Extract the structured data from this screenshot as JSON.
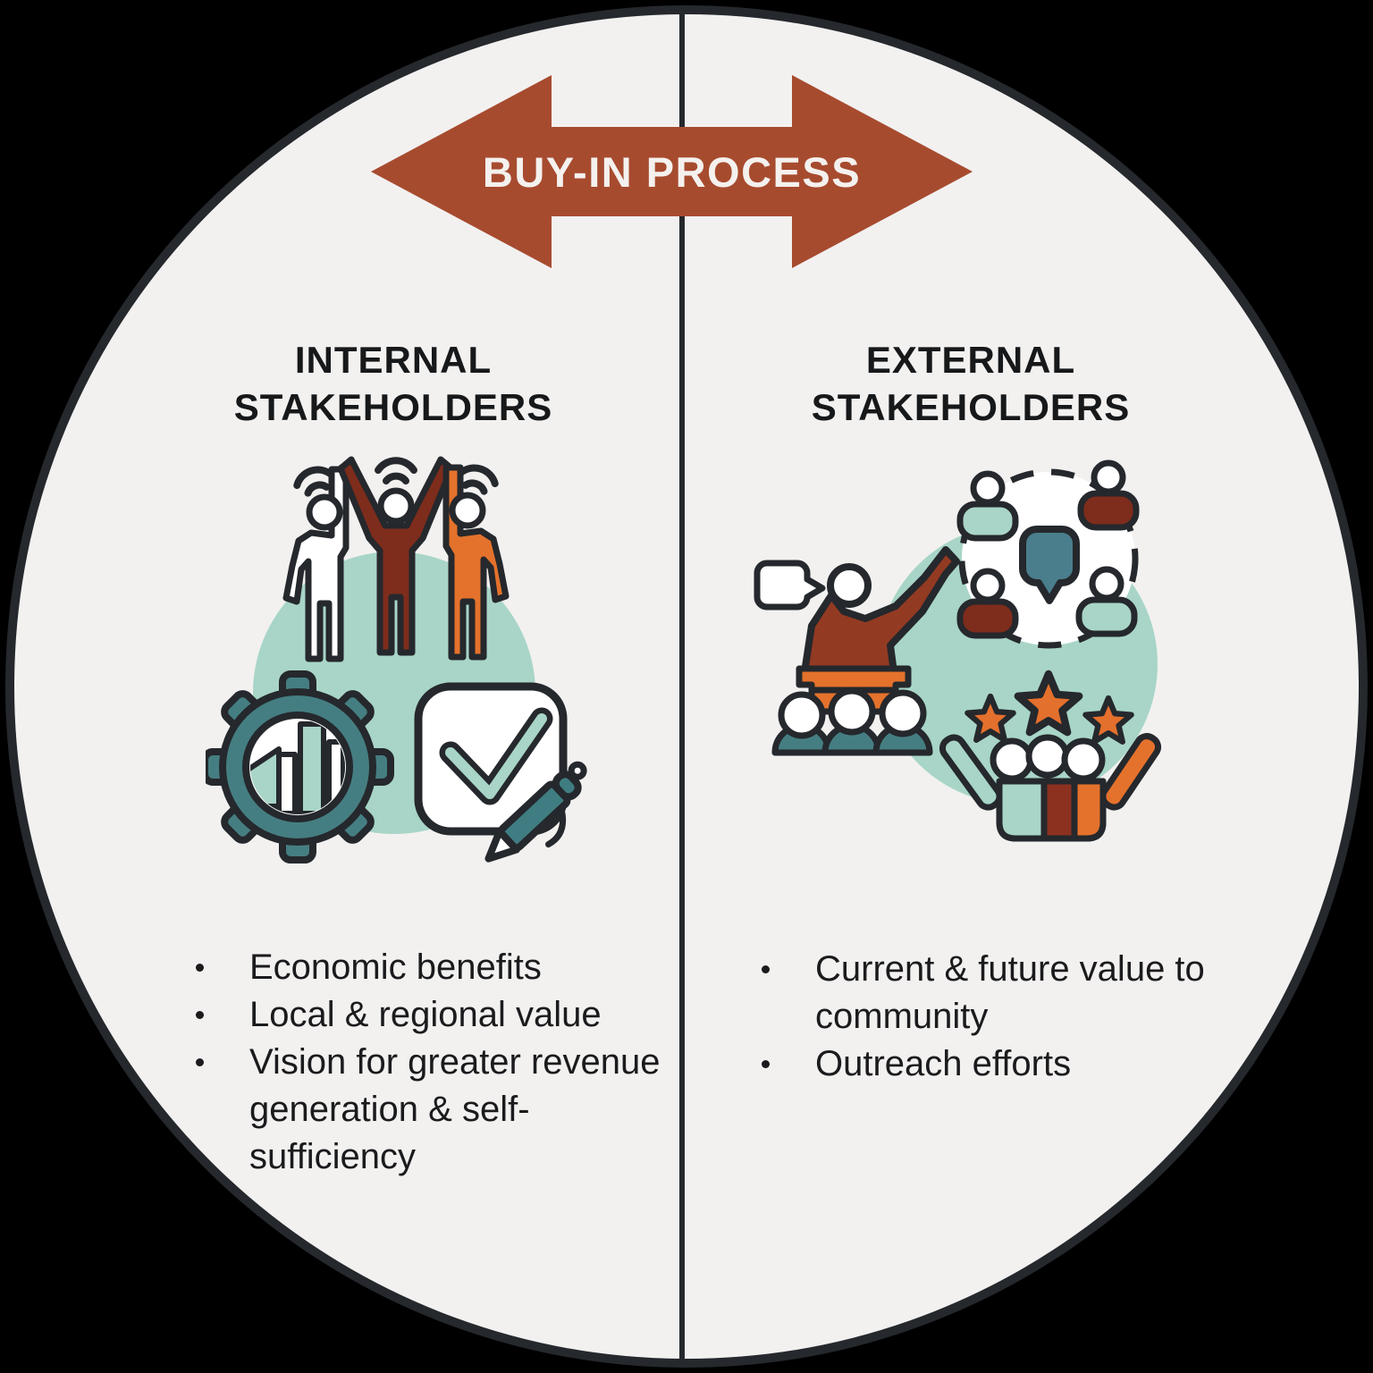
{
  "arrow": {
    "label": "BUY-IN PROCESS"
  },
  "sections": {
    "internal": {
      "title": "INTERNAL STAKEHOLDERS",
      "bullets": [
        "Economic benefits",
        "Local & regional value",
        "Vision for greater revenue generation & self-sufficiency"
      ],
      "icons": [
        "team-high-five-icon",
        "gear-city-icon",
        "check-square-icon",
        "pen-icon"
      ]
    },
    "external": {
      "title": "EXTERNAL STAKEHOLDERS",
      "bullets": [
        "Current & future value to community",
        "Outreach efforts"
      ],
      "icons": [
        "speech-bubble-icon",
        "presenter-podium-icon",
        "audience-icon",
        "roundtable-discussion-icon",
        "rating-stars-icon",
        "hands-holding-community-icon"
      ]
    }
  },
  "colors": {
    "outside_background": "#000000",
    "circle_fill": "#F2F1F0",
    "outline_dark": "#25282C",
    "arrow_red": "#A74B2F",
    "maroon": "#7E2C1C",
    "speaker_maroon": "#933A22",
    "orange": "#E4722C",
    "teal_light": "#A8D5C7",
    "teal_dark": "#457E82",
    "text_dark": "#1B1B1D",
    "label_white": "#F4F1EE"
  }
}
